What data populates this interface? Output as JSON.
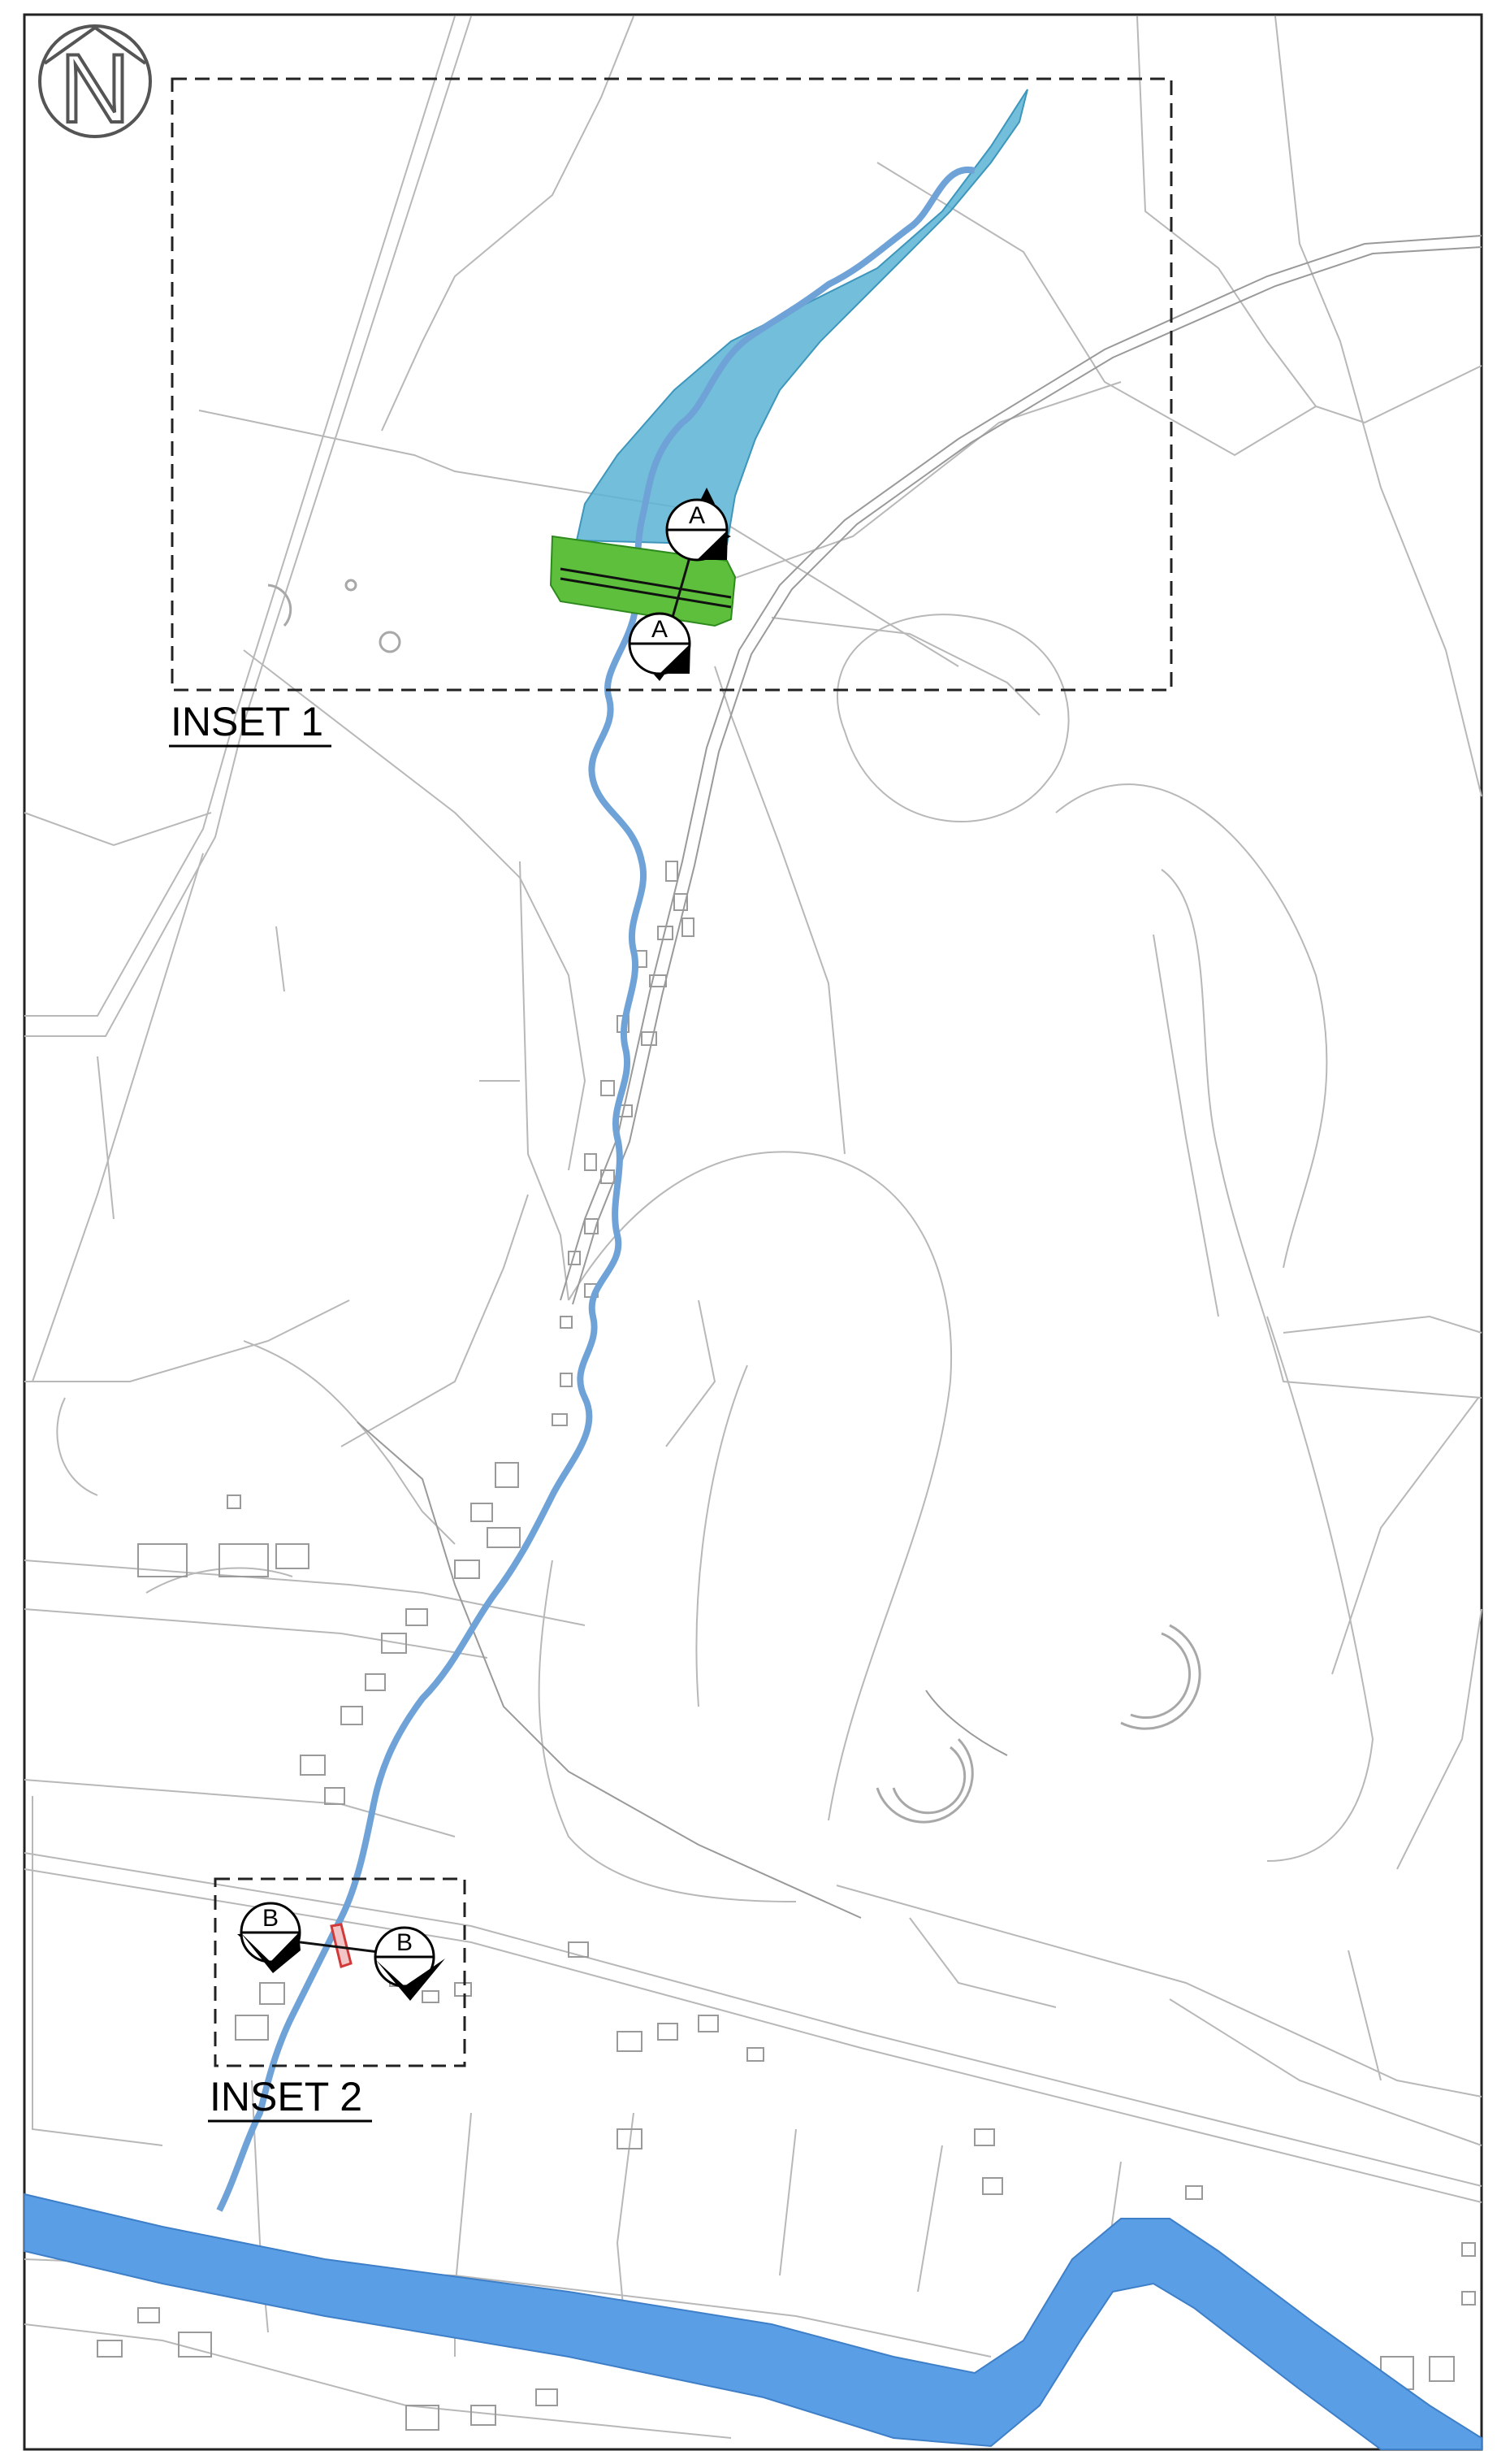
{
  "map": {
    "north_arrow_letter": "N",
    "insets": [
      {
        "label": "INSET 1"
      },
      {
        "label": "INSET 2"
      }
    ],
    "section_markers": [
      {
        "letter": "A"
      },
      {
        "letter": "A"
      },
      {
        "letter": "B"
      },
      {
        "letter": "B"
      }
    ],
    "colors": {
      "flood_zone": "#5bb3d4",
      "river": "#5a9ee6",
      "stream": "#6fa3d8",
      "embankment": "#5dbf3c",
      "culvert": "#d23a3a",
      "map_lines": "#b8b8b8",
      "border": "#222222"
    }
  }
}
